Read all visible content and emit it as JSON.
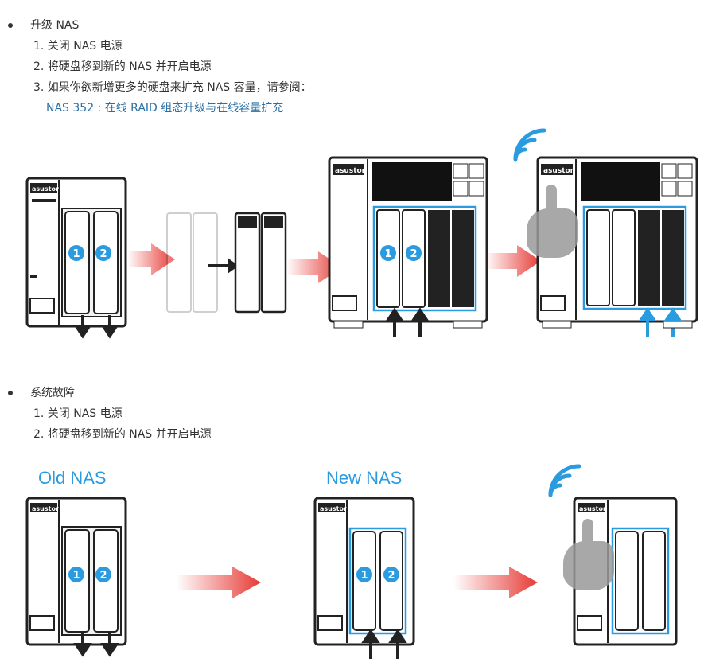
{
  "section_upgrade": {
    "title": "升级 NAS",
    "steps": [
      "1. 关闭 NAS 电源",
      "2. 将硬盘移到新的 NAS 并开启电源",
      "3. 如果你欲新增更多的硬盘来扩充 NAS 容量，请参阅："
    ],
    "link_text": "NAS 352 : 在线 RAID 组态升级与在线容量扩充"
  },
  "section_failure": {
    "title": "系统故障",
    "steps": [
      "1. 关闭 NAS 电源",
      "2. 将硬盘移到新的 NAS 并开启电源"
    ]
  },
  "figure1": {
    "brand": "asustor",
    "disk_numbers": [
      "1",
      "2"
    ]
  },
  "figure2": {
    "old_label": "Old NAS",
    "new_label": "New NAS",
    "brand": "asustor",
    "disk_numbers": [
      "1",
      "2"
    ]
  },
  "colors": {
    "accent_blue": "#2b9be0",
    "arrow_red": "#e63a35",
    "link": "#2a6fa5"
  }
}
